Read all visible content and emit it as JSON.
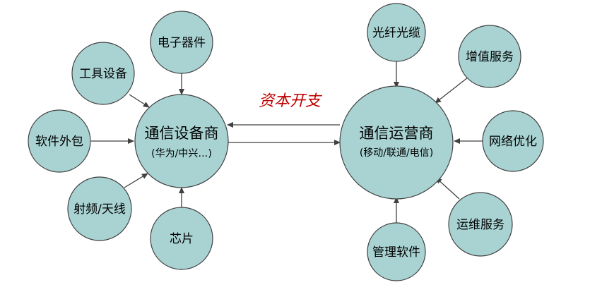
{
  "colors": {
    "node_fill": "#a9d3d3",
    "node_stroke": "#404040",
    "arrow": "#404040",
    "edge_label": "#c00000"
  },
  "edge_label": "资本开支",
  "hubs": {
    "equipment": {
      "title": "通信设备商",
      "subtitle": "(华为/中兴…)"
    },
    "operators": {
      "title": "通信运营商",
      "subtitle": "(移动/联通/电信)"
    }
  },
  "left_nodes": {
    "electronics": "电子器件",
    "tools": "工具设备",
    "outsourcing": "软件外包",
    "rf_antenna": "射频/天线",
    "chips": "芯片"
  },
  "right_nodes": {
    "fiber": "光纤光缆",
    "value_added": "增值服务",
    "network_opt": "网络优化",
    "ops_maint": "运维服务",
    "mgmt_software": "管理软件"
  }
}
